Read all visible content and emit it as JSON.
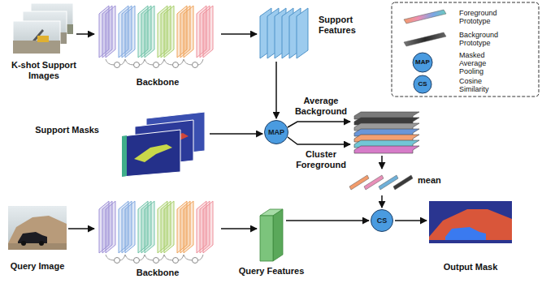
{
  "diagram": {
    "nodes": [
      {
        "text": [
          "K-shot Support Images"
        ]
      },
      {
        "text": [
          "Backbone"
        ]
      },
      {
        "text": [
          "Support Features"
        ]
      },
      {
        "text": [
          "Support Masks"
        ]
      },
      {
        "text": [
          "MAP"
        ]
      },
      {
        "text": [
          "mean"
        ]
      },
      {
        "text": [
          "Query Image"
        ]
      },
      {
        "text": [
          "Backbone"
        ]
      },
      {
        "text": [
          "Query Features"
        ]
      },
      {
        "text": [
          "CS"
        ]
      },
      {
        "text": [
          "Output Mask"
        ]
      }
    ],
    "edges": [
      {
        "from": 0,
        "to": 1,
        "arrow": "to"
      },
      {
        "from": 1,
        "to": 2,
        "arrow": "to"
      },
      {
        "from": 2,
        "to": 4,
        "arrow": "to"
      },
      {
        "from": 3,
        "to": 4,
        "arrow": "to"
      },
      {
        "from": 5,
        "to": 9,
        "arrow": "to"
      },
      {
        "from": 6,
        "to": 7,
        "arrow": "to"
      },
      {
        "from": 7,
        "to": 8,
        "arrow": "to"
      },
      {
        "from": 8,
        "to": 9,
        "arrow": "to"
      },
      {
        "from": 9,
        "to": 10,
        "arrow": "to"
      }
    ],
    "labels": [
      "Average Background",
      "Cluster Foreground",
      "MAP",
      "CS"
    ],
    "legend": [
      {
        "text": "Foreground Prototype"
      },
      {
        "text": "Background Prototype"
      },
      {
        "text": "Masked Average Pooling"
      },
      {
        "text": "Cosine Similarity"
      }
    ]
  }
}
